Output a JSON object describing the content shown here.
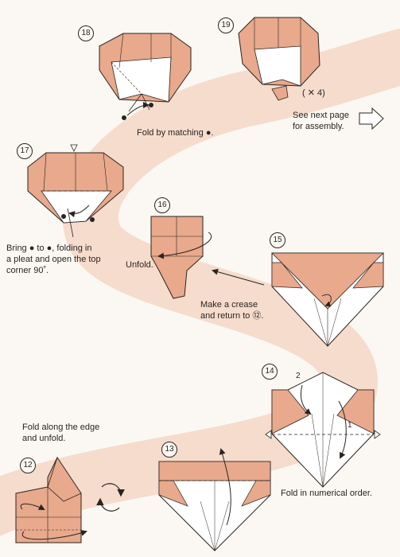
{
  "steps": [
    "18",
    "19",
    "17",
    "16",
    "15",
    "14",
    "13",
    "12"
  ],
  "captions": {
    "fold_by_matching": "Fold by matching ●.",
    "multiplier": "( ✕ 4)",
    "see_next_page": "See next page\nfor assembly.",
    "bring_dot": "Bring ● to ●, folding in\na pleat and open the top\ncorner 90˚.",
    "unfold": "Unfold.",
    "make_crease": "Make a crease\nand return to ⑫.",
    "fold_along_edge": "Fold along the edge\nand unfold.",
    "fold_numerical": "Fold in numerical order.",
    "arrow_label_1": "1",
    "arrow_label_2": "2"
  },
  "colors": {
    "paper_color": "#e8a98c",
    "paper_white": "#ffffff",
    "path_band": "#f6dccd",
    "line": "#2a2420"
  }
}
